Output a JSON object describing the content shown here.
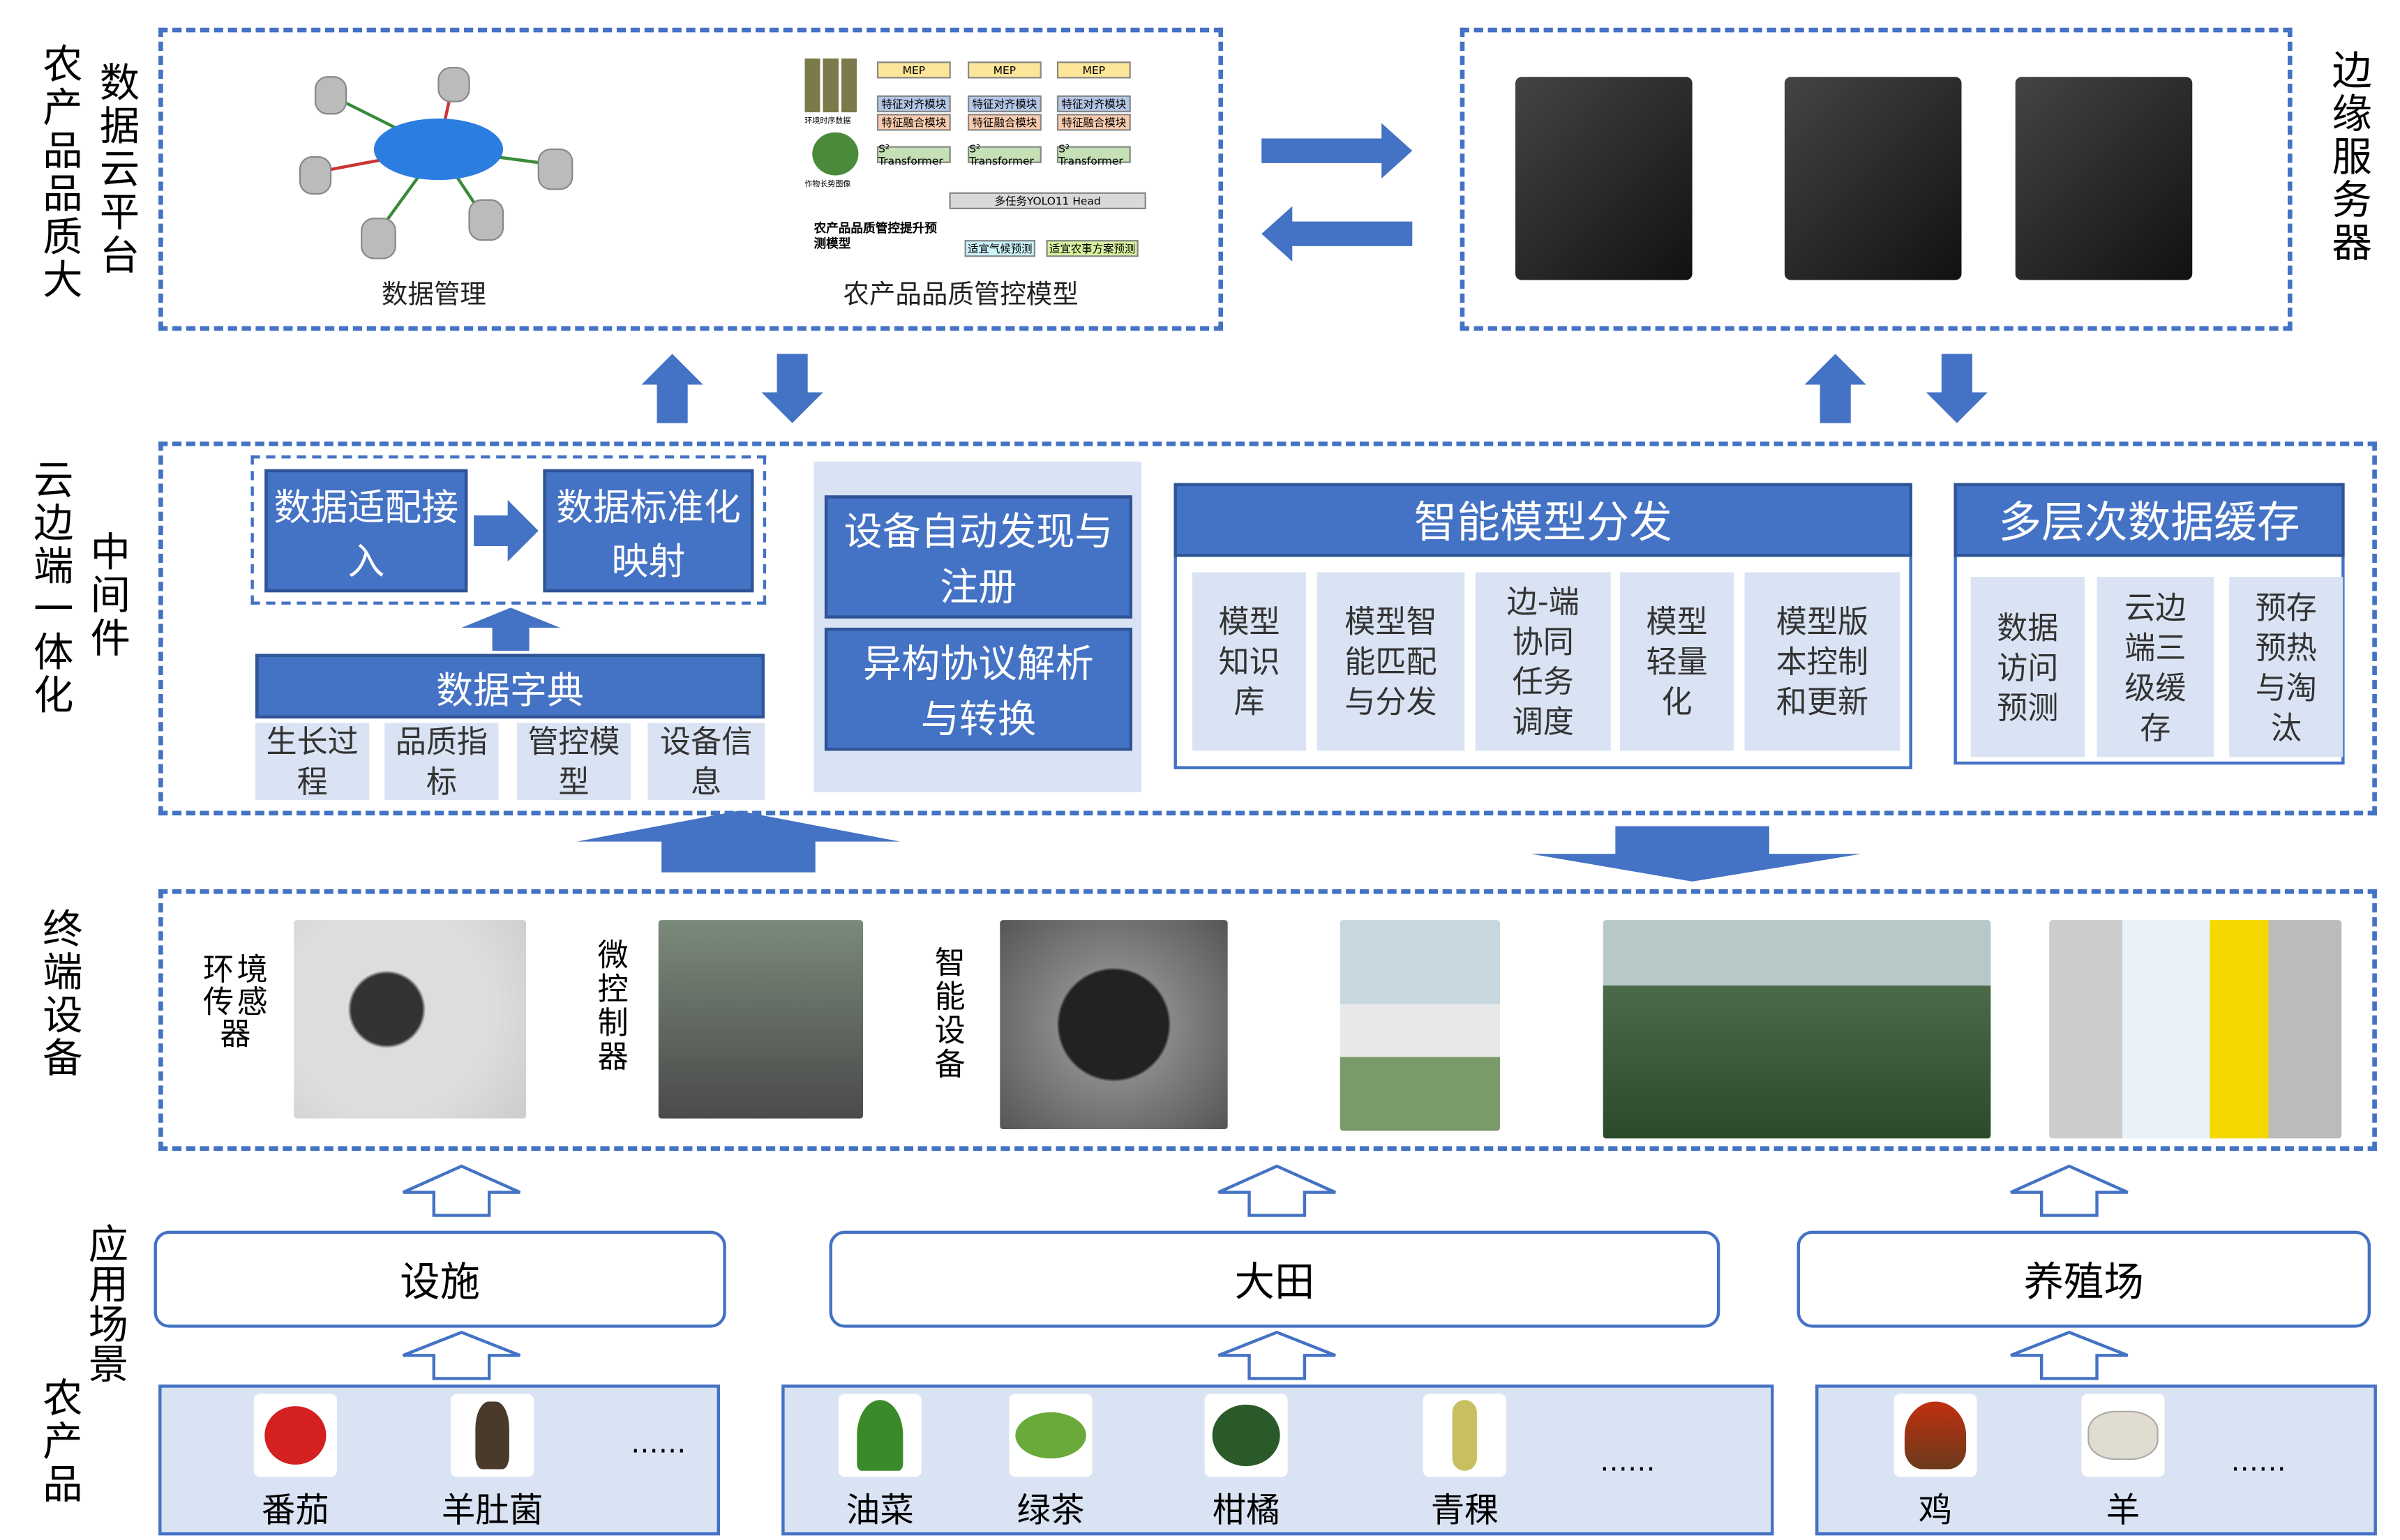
{
  "top": {
    "left_label_outer": "农产品品质大",
    "left_label_inner": "数据云平台",
    "right_label": "边缘服务器",
    "data_mgmt_caption": "数据管理",
    "model_caption": "农产品品质管控模型",
    "model_diagram": {
      "input_env": "环境时序数据",
      "input_img": "作物长势图像",
      "mep": "MEP",
      "align": "特征对齐模块",
      "fuse": "特征融合模块",
      "transformer": "S² Transformer",
      "head": "多任务YOLO11 Head",
      "out1": "适宜气候预测",
      "out2": "适宜农事方案预测",
      "title": "农产品品质管控提升预测模型"
    },
    "server_count": 3
  },
  "middleware": {
    "label_outer": "云边端一体化",
    "label_inner": "中间件",
    "adapt": "数据适配接入",
    "standard": "数据标准化映射",
    "dictionary": "数据字典",
    "dict_items": [
      "生长过程",
      "品质指标",
      "管控模型",
      "设备信息"
    ],
    "discovery": "设备自动发现与注册",
    "protocol": "异构协议解析与转换",
    "distribution": {
      "title": "智能模型分发",
      "items": [
        "模型知识库",
        "模型智能匹配与分发",
        "边-端协同任务调度",
        "模型轻量化",
        "模型版本控制和更新"
      ]
    },
    "cache": {
      "title": "多层次数据缓存",
      "items": [
        "数据访问预测",
        "云边端三级缓存",
        "预存预热与淘汰"
      ]
    }
  },
  "terminal": {
    "label": "终端设备",
    "sensor": "环境传感器",
    "controller": "微控制器",
    "smart": "智能设备"
  },
  "scenes": {
    "label": "应用场景",
    "items": [
      "设施",
      "大田",
      "养殖场"
    ]
  },
  "products": {
    "label": "农产品",
    "groups": [
      {
        "items": [
          "番茄",
          "羊肚菌"
        ],
        "more": "……"
      },
      {
        "items": [
          "油菜",
          "绿茶",
          "柑橘",
          "青稞"
        ],
        "more": "……"
      },
      {
        "items": [
          "鸡",
          "羊"
        ],
        "more": "……"
      }
    ]
  },
  "colors": {
    "accent": "#4472c4",
    "light": "#dae3f3"
  }
}
